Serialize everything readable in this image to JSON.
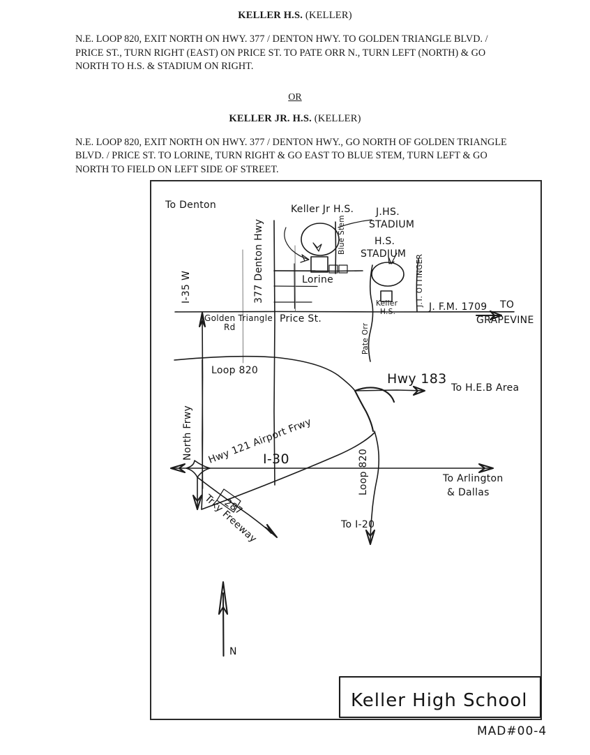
{
  "document": {
    "title_primary": "KELLER H.S.",
    "title_primary_suffix": "(KELLER)",
    "directions_primary": "N.E. LOOP 820, EXIT NORTH ON HWY. 377 / DENTON HWY. TO GOLDEN TRIANGLE BLVD. / PRICE ST., TURN RIGHT (EAST) ON PRICE ST. TO PATE  ORR N., TURN LEFT (NORTH) & GO NORTH TO H.S.  & STADIUM ON RIGHT.",
    "or_label": "OR",
    "title_secondary": "KELLER JR. H.S.",
    "title_secondary_suffix": "(KELLER)",
    "directions_secondary": "N.E. LOOP 820, EXIT NORTH ON HWY. 377 / DENTON HWY., GO NORTH OF GOLDEN TRIANGLE BLVD. / PRICE ST. TO LORINE, TURN RIGHT & GO EAST TO BLUE STEM, TURN LEFT & GO NORTH TO FIELD ON LEFT SIDE OF STREET.",
    "footer_code": "MAD#00-4"
  },
  "map": {
    "title_box_label": "Keller High School",
    "north_label": "N",
    "labels": {
      "to_denton": "To Denton",
      "i35w": "I-35 W",
      "denton_hwy": "377 Denton Hwy",
      "keller_jr_hs": "Keller Jr H.S.",
      "jhs_stadium_line1": "J.HS.",
      "jhs_stadium_line2": "STADIUM",
      "blue_stem": "Blue Stem",
      "lorine": "Lorine",
      "hs_stadium_line1": "H.S.",
      "hs_stadium_line2": "STADIUM",
      "keller_hs_line1": "Keller",
      "keller_hs_line2": "H.S.",
      "jt_ottinger": "J.T. OTTINGER",
      "fm_1709": "J. F.M. 1709",
      "to_grapevine_line1": "TO",
      "to_grapevine_line2": "GRAPEVINE",
      "golden_triangle_line1": "Golden Triangle",
      "golden_triangle_line2": "Rd",
      "price_st": "Price St.",
      "pate_orr": "Pate Orr",
      "loop_820_upper": "Loop 820",
      "hwy_183": "Hwy 183",
      "to_heb_area": "To H.E.B Area",
      "north_frwy": "North Frwy",
      "hwy_121_airport": "Hwy 121 Airport Frwy",
      "loop_820_lower": "Loop 820",
      "i30": "I-30",
      "route_287": "287",
      "trky_freeway": "Trky Freeway",
      "to_arlington_line1": "To Arlington",
      "to_arlington_line2": "& Dallas",
      "to_i20": "To I-20"
    }
  }
}
